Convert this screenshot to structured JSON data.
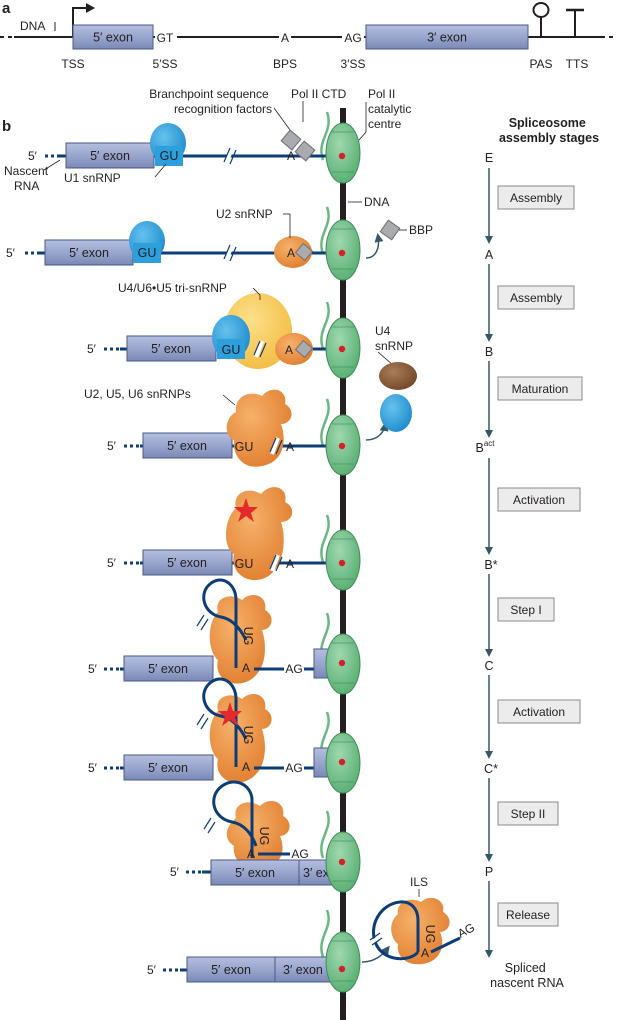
{
  "panel_a": {
    "letter": "a",
    "dna": "DNA",
    "exon5": "5′ exon",
    "exon3": "3′ exon",
    "gt": "GT",
    "a": "A",
    "ag": "AG",
    "tss": "TSS",
    "ss5": "5′SS",
    "bps": "BPS",
    "ss3": "3′SS",
    "pas": "PAS",
    "tts": "TTS"
  },
  "panel_b": {
    "letter": "b",
    "bp_factors_line1": "Branchpoint sequence",
    "bp_factors_line2": "recognition factors",
    "pol_ctd": "Pol II CTD",
    "pol_cat_line1": "Pol II",
    "pol_cat_line2": "catalytic",
    "pol_cat_line3": "centre",
    "nascent_line1": "Nascent",
    "nascent_line2": "RNA",
    "u1": "U1 snRNP",
    "dna": "DNA",
    "u2": "U2 snRNP",
    "bbp": "BBP",
    "tri": "U4/U6•U5 tri-snRNP",
    "u4_line1": "U4",
    "u4_line2": "snRNP",
    "u256": "U2, U5, U6 snRNPs",
    "ils": "ILS",
    "five_prime": "5′",
    "exon5": "5′ exon",
    "exon3": "3′ exon",
    "gu": "GU",
    "ug": "UG",
    "a": "A",
    "ag": "AG"
  },
  "stages": {
    "header_line1": "Spliceosome",
    "header_line2": "assembly stages",
    "labels": [
      "E",
      "A",
      "B",
      "B",
      "B*",
      "C",
      "C*",
      "P"
    ],
    "bact_sup": "act",
    "final_line1": "Spliced",
    "final_line2": "nascent RNA",
    "steps": [
      "Assembly",
      "Assembly",
      "Maturation",
      "Activation",
      "Step I",
      "Activation",
      "Step II",
      "Release"
    ]
  },
  "colors": {
    "exon_fill": "#9aa6cc",
    "exon_stroke": "#4a5a8a",
    "rna": "#0d3d78",
    "u1": "#2c9fdc",
    "u2": "#e8873a",
    "tri_snrnp": "#f7c752",
    "u4": "#8a5a36",
    "pol2": "#6cc283",
    "pol2_ctd": "#6bb784",
    "red_centre": "#d61f2a",
    "star": "#e42a2a",
    "step_box": "#ececec",
    "arrow": "#355868"
  }
}
